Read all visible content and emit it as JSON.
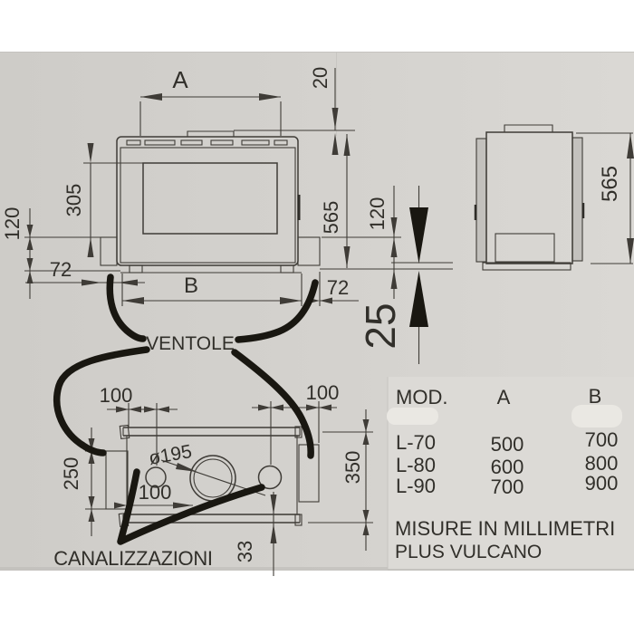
{
  "page": {
    "paper_color": "#d3d1cd",
    "patch_color": "#dcdad6",
    "ink_color": "#3f3c37",
    "marker_color": "#191711"
  },
  "front_view": {
    "dim_a": "A",
    "dim_top": "20",
    "dim_glass_height": "305",
    "dim_bracket_left": "120",
    "dim_offset_left": "72",
    "dim_b": "B",
    "dim_offset_right": "72",
    "dim_height": "565",
    "dim_bracket_right": "120",
    "dim_gap": "25"
  },
  "side_view": {
    "dim_height": "565"
  },
  "bottom_view": {
    "dim_left_top": "100",
    "dim_right_top": "100",
    "dim_depth_left": "250",
    "dim_hole": "ø195",
    "dim_hole_offset": "100",
    "dim_depth_total": "350",
    "dim_rail": "33"
  },
  "annotations": {
    "fans_label": "VENTOLE",
    "ducts_label": "CANALIZZAZIONI"
  },
  "table": {
    "headers": [
      "MOD.",
      "A",
      "B"
    ],
    "rows": [
      [
        "L-70",
        "500",
        "700"
      ],
      [
        "L-80",
        "600",
        "800"
      ],
      [
        "L-90",
        "700",
        "900"
      ]
    ]
  },
  "footer": {
    "note": "MISURE IN MILLIMETRI",
    "product": "PLUS VULCANO"
  }
}
